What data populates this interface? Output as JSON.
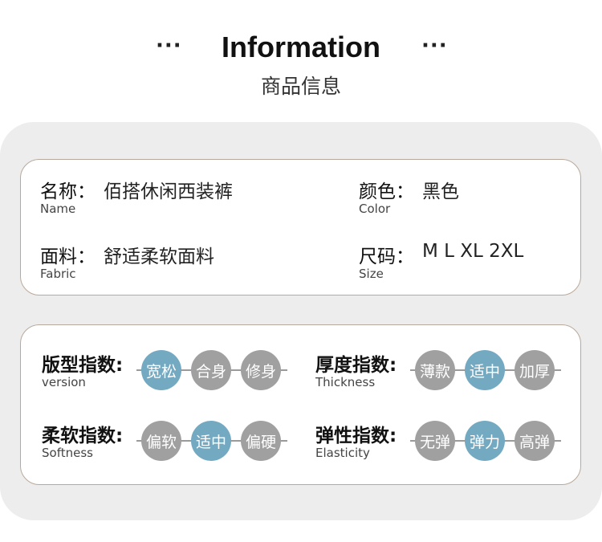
{
  "header": {
    "title": "Information",
    "subtitle": "商品信息",
    "dots": "···"
  },
  "info": {
    "name": {
      "label": "名称：",
      "value": "佰搭休闲西装裤",
      "en": "Name"
    },
    "color": {
      "label": "颜色：",
      "value": "黑色",
      "en": "Color"
    },
    "fabric": {
      "label": "面料：",
      "value": "舒适柔软面料",
      "en": "Fabric"
    },
    "size": {
      "label": "尺码：",
      "value": "M L XL 2XL",
      "en": "Size"
    }
  },
  "indices": [
    {
      "label": "版型指数:",
      "en": "version",
      "options": [
        "宽松",
        "合身",
        "修身"
      ],
      "selected": 0
    },
    {
      "label": "厚度指数:",
      "en": "Thickness",
      "options": [
        "薄款",
        "适中",
        "加厚"
      ],
      "selected": 1
    },
    {
      "label": "柔软指数:",
      "en": "Softness",
      "options": [
        "偏软",
        "适中",
        "偏硬"
      ],
      "selected": 1
    },
    {
      "label": "弹性指数:",
      "en": "Elasticity",
      "options": [
        "无弹",
        "弹力",
        "高弹"
      ],
      "selected": 1
    }
  ],
  "colors": {
    "selected": "#74a9c2",
    "unselected": "#a0a0a0",
    "border": "#b9a99b"
  }
}
